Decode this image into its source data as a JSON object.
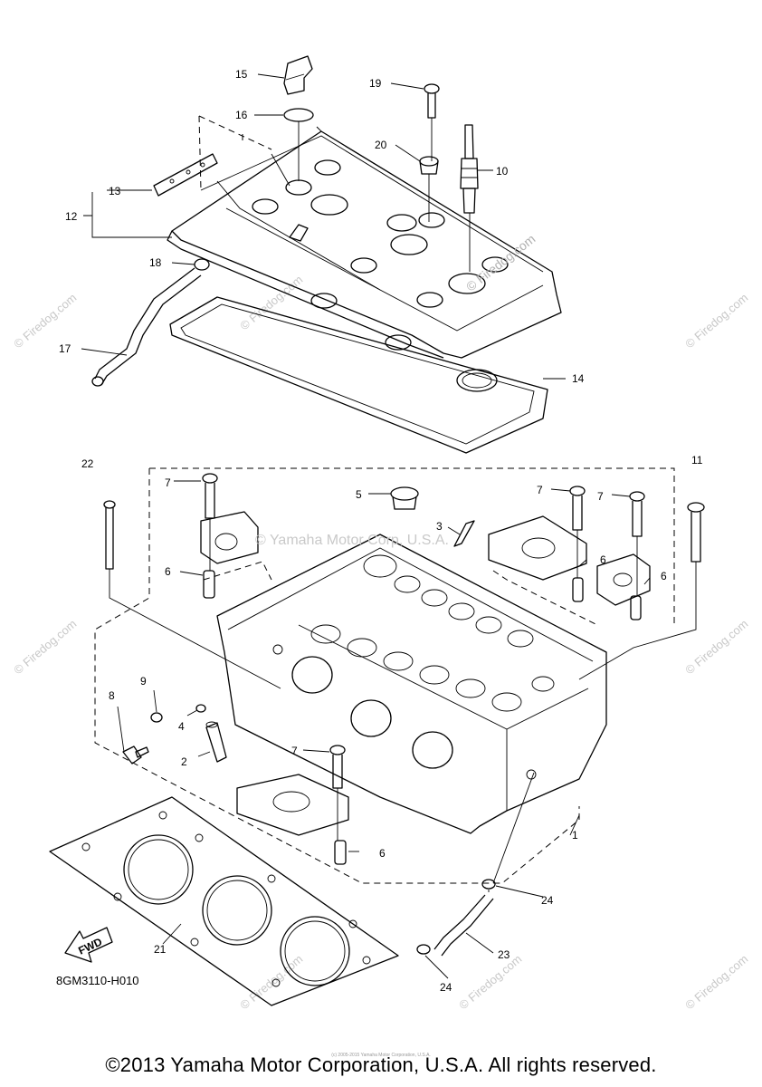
{
  "watermark": {
    "site": "© Firedog.com",
    "mid": "© Yamaha Motor Corp, U.S.A."
  },
  "callouts": [
    {
      "id": "1",
      "text": "1"
    },
    {
      "id": "2",
      "text": "2"
    },
    {
      "id": "3",
      "text": "3"
    },
    {
      "id": "4",
      "text": "4"
    },
    {
      "id": "5",
      "text": "5"
    },
    {
      "id": "6a",
      "text": "6"
    },
    {
      "id": "6b",
      "text": "6"
    },
    {
      "id": "6c",
      "text": "6"
    },
    {
      "id": "6d",
      "text": "6"
    },
    {
      "id": "7a",
      "text": "7"
    },
    {
      "id": "7b",
      "text": "7"
    },
    {
      "id": "7c",
      "text": "7"
    },
    {
      "id": "7d",
      "text": "7"
    },
    {
      "id": "8",
      "text": "8"
    },
    {
      "id": "9",
      "text": "9"
    },
    {
      "id": "10",
      "text": "10"
    },
    {
      "id": "11",
      "text": "11"
    },
    {
      "id": "12",
      "text": "12"
    },
    {
      "id": "13",
      "text": "13"
    },
    {
      "id": "14",
      "text": "14"
    },
    {
      "id": "15",
      "text": "15"
    },
    {
      "id": "16",
      "text": "16"
    },
    {
      "id": "17",
      "text": "17"
    },
    {
      "id": "18",
      "text": "18"
    },
    {
      "id": "19",
      "text": "19"
    },
    {
      "id": "20",
      "text": "20"
    },
    {
      "id": "21",
      "text": "21"
    },
    {
      "id": "22",
      "text": "22"
    },
    {
      "id": "23",
      "text": "23"
    },
    {
      "id": "24a",
      "text": "24"
    },
    {
      "id": "24b",
      "text": "24"
    }
  ],
  "fwd_label": "FWD",
  "diagram_code": "8GM3110-H010",
  "copyright": "©2013 Yamaha Motor Corporation, U.S.A. All rights reserved.",
  "tiny_copyright": "(c) 2005-2015 Yamaha Motor Corporation, U.S.A."
}
